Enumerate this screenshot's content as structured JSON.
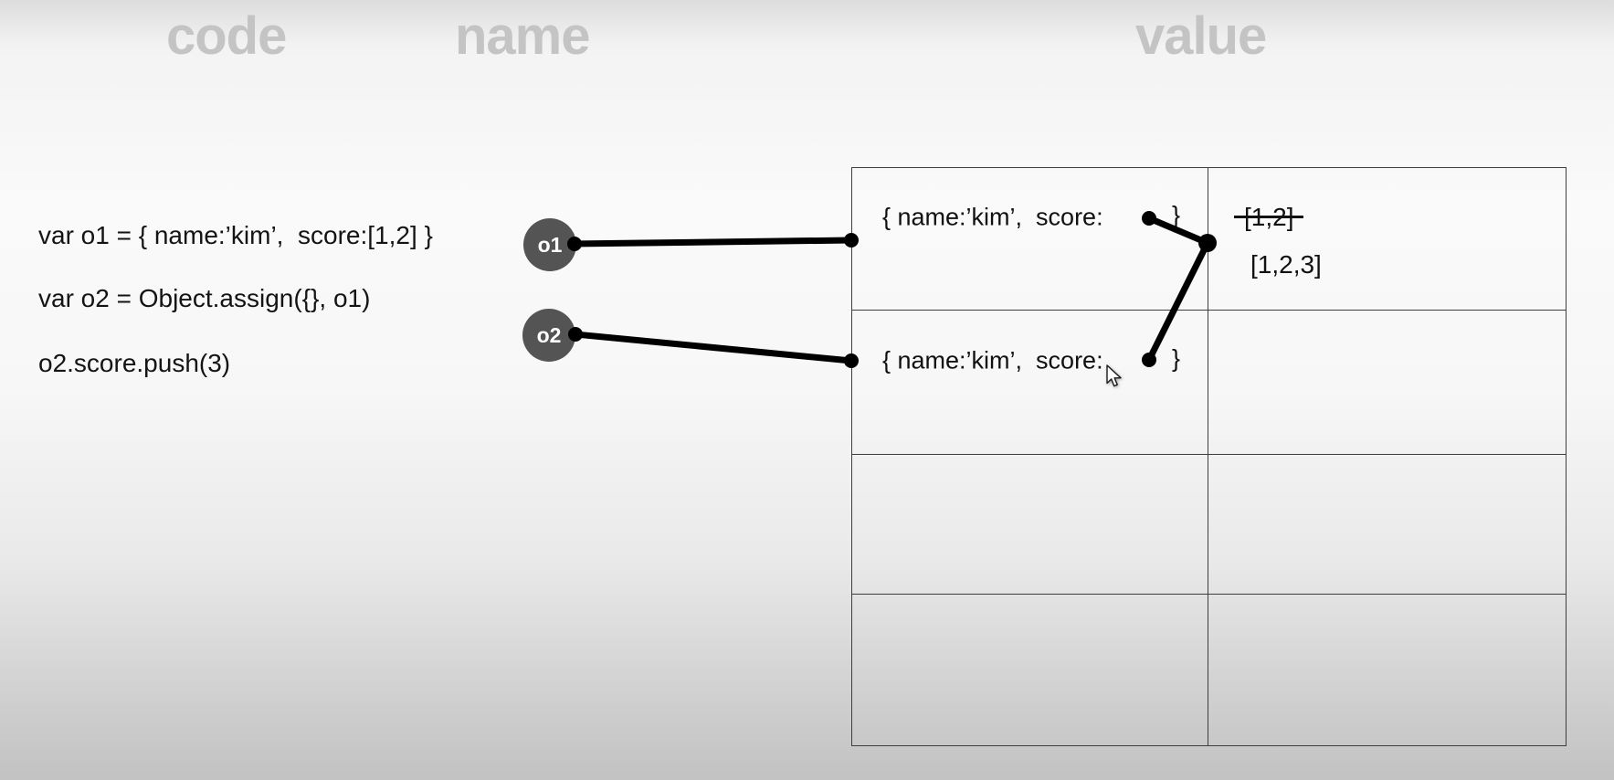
{
  "headers": {
    "code": "code",
    "name": "name",
    "value": "value"
  },
  "code_panel": {
    "lines": [
      "var o1 = { name:’kim’,  score:[1,2] }",
      "var o2 = Object.assign({}, o1)",
      "o2.score.push(3)"
    ]
  },
  "name_panel": {
    "variables": [
      {
        "label": "o1"
      },
      {
        "label": "o2"
      }
    ]
  },
  "memory_table": {
    "rows": [
      {
        "object_text": "{ name:’kim’,  score:",
        "object_close": "}",
        "value_old": "[1,2]",
        "value_new": "[1,2,3]"
      },
      {
        "object_text": "{ name:’kim’,  score:",
        "object_close": "}",
        "value_old": "",
        "value_new": ""
      },
      {
        "object_text": "",
        "object_close": "",
        "value_old": "",
        "value_new": ""
      },
      {
        "object_text": "",
        "object_close": "",
        "value_old": "",
        "value_new": ""
      }
    ]
  },
  "colors": {
    "header_text": "#c4c4c4",
    "name_circle_fill": "#545454",
    "name_circle_text": "#ffffff",
    "connector": "#000000",
    "table_border": "#3e3e3e",
    "code_text": "#141414",
    "background_top": "#dddddd",
    "background_middle": "#fafafa",
    "background_bottom": "#c2c2c2"
  }
}
